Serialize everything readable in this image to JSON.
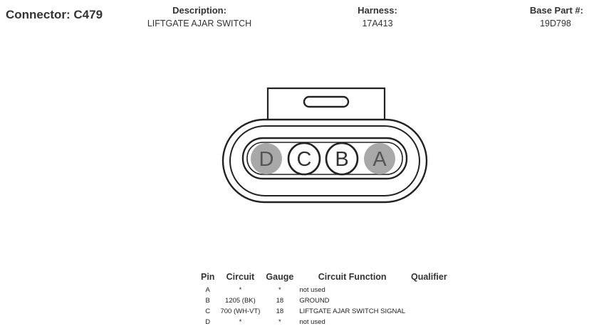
{
  "header": {
    "connector_label": "Connector: C479",
    "description_label": "Description:",
    "description_value": "LIFTGATE AJAR SWITCH",
    "harness_label": "Harness:",
    "harness_value": "17A413",
    "base_part_label": "Base Part #:",
    "base_part_value": "19D798"
  },
  "connector": {
    "pins": [
      {
        "letter": "D",
        "filled": true
      },
      {
        "letter": "C",
        "filled": false
      },
      {
        "letter": "B",
        "filled": false
      },
      {
        "letter": "A",
        "filled": true
      }
    ],
    "fill_color": "#a8a8a8",
    "stroke_color": "#222222"
  },
  "pin_table": {
    "headers": {
      "pin": "Pin",
      "circuit": "Circuit",
      "gauge": "Gauge",
      "function": "Circuit Function",
      "qualifier": "Qualifier"
    },
    "rows": [
      {
        "pin": "A",
        "circuit": "*",
        "gauge": "*",
        "function": "not used",
        "qualifier": ""
      },
      {
        "pin": "B",
        "circuit": "1205 (BK)",
        "gauge": "18",
        "function": "GROUND",
        "qualifier": ""
      },
      {
        "pin": "C",
        "circuit": "700 (WH-VT)",
        "gauge": "18",
        "function": "LIFTGATE AJAR SWITCH SIGNAL",
        "qualifier": ""
      },
      {
        "pin": "D",
        "circuit": "*",
        "gauge": "*",
        "function": "not used",
        "qualifier": ""
      }
    ]
  }
}
